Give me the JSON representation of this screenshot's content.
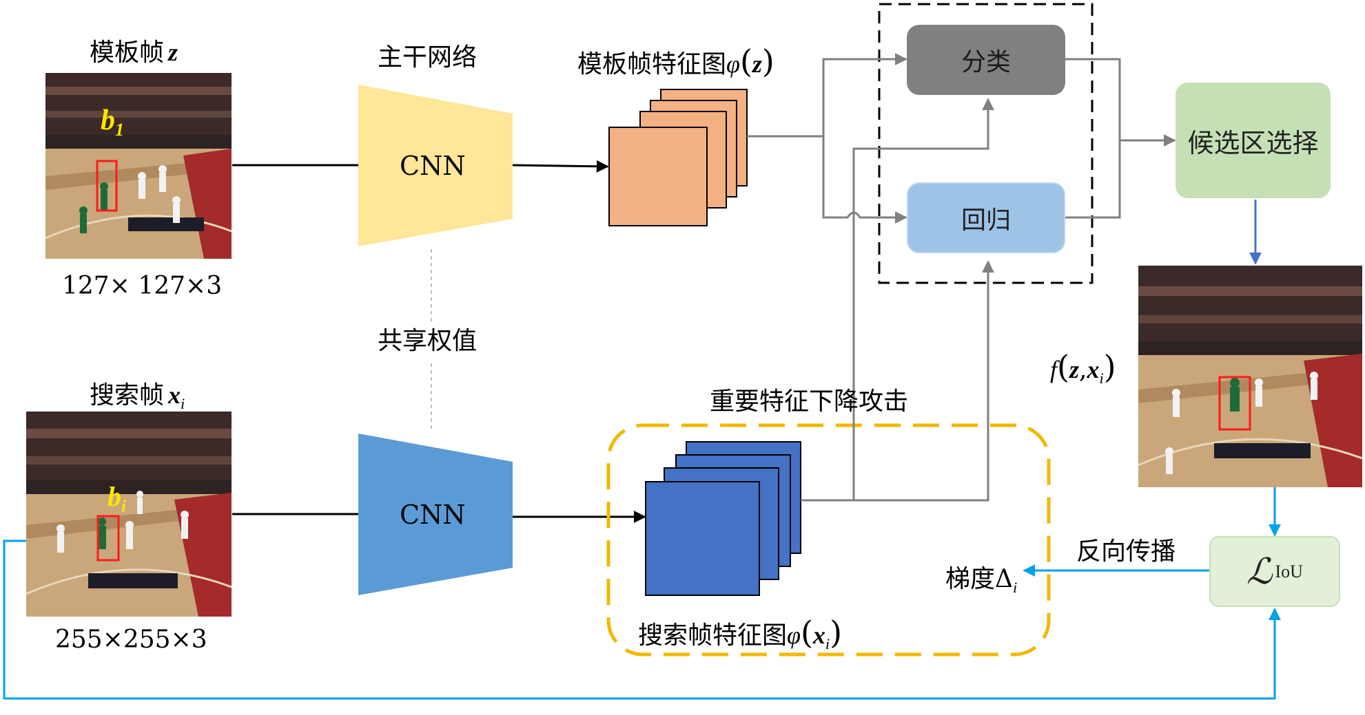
{
  "diagram": {
    "template": {
      "title": "模板帧",
      "var": "z",
      "box_var": "b",
      "box_sub": "1",
      "size": "127× 127×3",
      "feature_label": "模板帧特征图",
      "feature_phi": "φ",
      "feature_open": "(",
      "feature_var": "z",
      "feature_close": ")"
    },
    "search": {
      "title": "搜索帧",
      "var": "x",
      "var_sub": "i",
      "box_var": "b",
      "box_sub": "i",
      "size": "255×255×3",
      "feature_label": "搜索帧特征图",
      "feature_phi": "φ",
      "feature_open": "(",
      "feature_var": "x",
      "feature_sub": "i",
      "feature_close": ")"
    },
    "backbone": {
      "title": "主干网络",
      "top_cnn": "CNN",
      "bottom_cnn": "CNN",
      "shared": "共享权值"
    },
    "head": {
      "classify": "分类",
      "regress": "回归",
      "candidate": "候选区选择"
    },
    "output": {
      "func": "f",
      "open": "(",
      "z": "z",
      "comma": ",",
      "x": "x",
      "x_sub": "i",
      "close": ")"
    },
    "attack": {
      "title": "重要特征下降攻击"
    },
    "loss": {
      "script": "ℒ",
      "sub": "IoU",
      "backprop": "反向传播",
      "grad_label": "梯度",
      "grad_symbol": "Δ",
      "grad_sub": "i"
    },
    "colors": {
      "cnn_top": "#FFE699",
      "cnn_bottom": "#5B9BD5",
      "feature_orange": "#F4B183",
      "feature_blue": "#4472C4",
      "classify": "#808080",
      "regress": "#9DC3E6",
      "candidate": "#C5E0B4",
      "loss": "#E2F0D9",
      "attack_border": "#F2B800",
      "cyan_arrow": "#00A2E8",
      "blue_arrow": "#4472C4",
      "gray_line": "#7F7F7F"
    }
  }
}
